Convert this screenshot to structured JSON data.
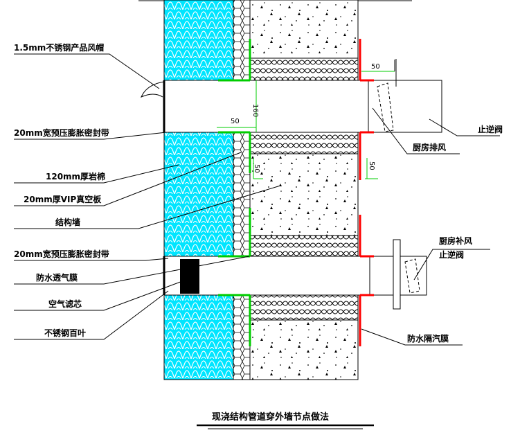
{
  "title": "现浇结构管道穿外墙节点做法",
  "labels": {
    "louver_hood": "1.5mm不锈钢产品风帽",
    "seal_strip_top": "20mm宽预压膨胀密封带",
    "rock_wool": "120mm厚岩棉",
    "vip_board": "20mm厚VIP真空板",
    "structural_wall": "结构墙",
    "seal_strip_bottom": "20mm宽预压膨胀密封带",
    "waterproof_breathable_membrane": "防水透气膜",
    "air_filter": "空气滤芯",
    "stainless_louver": "不锈钢百叶",
    "check_valve_top": "止逆阀",
    "kitchen_exhaust": "厨房排风",
    "kitchen_supply": "厨房补风",
    "check_valve_bottom": "止逆阀",
    "waterproof_vapor_membrane": "防水隔汽膜"
  },
  "dimensions": {
    "d50_top_right": "50",
    "d160": "160",
    "d50_left": "50",
    "d50_mid": "50",
    "d50_right": "50"
  },
  "colors": {
    "insulation_fill": "#00e5ff",
    "membrane_green": "#00cc00",
    "membrane_red": "#ff0000",
    "line": "#000000"
  }
}
